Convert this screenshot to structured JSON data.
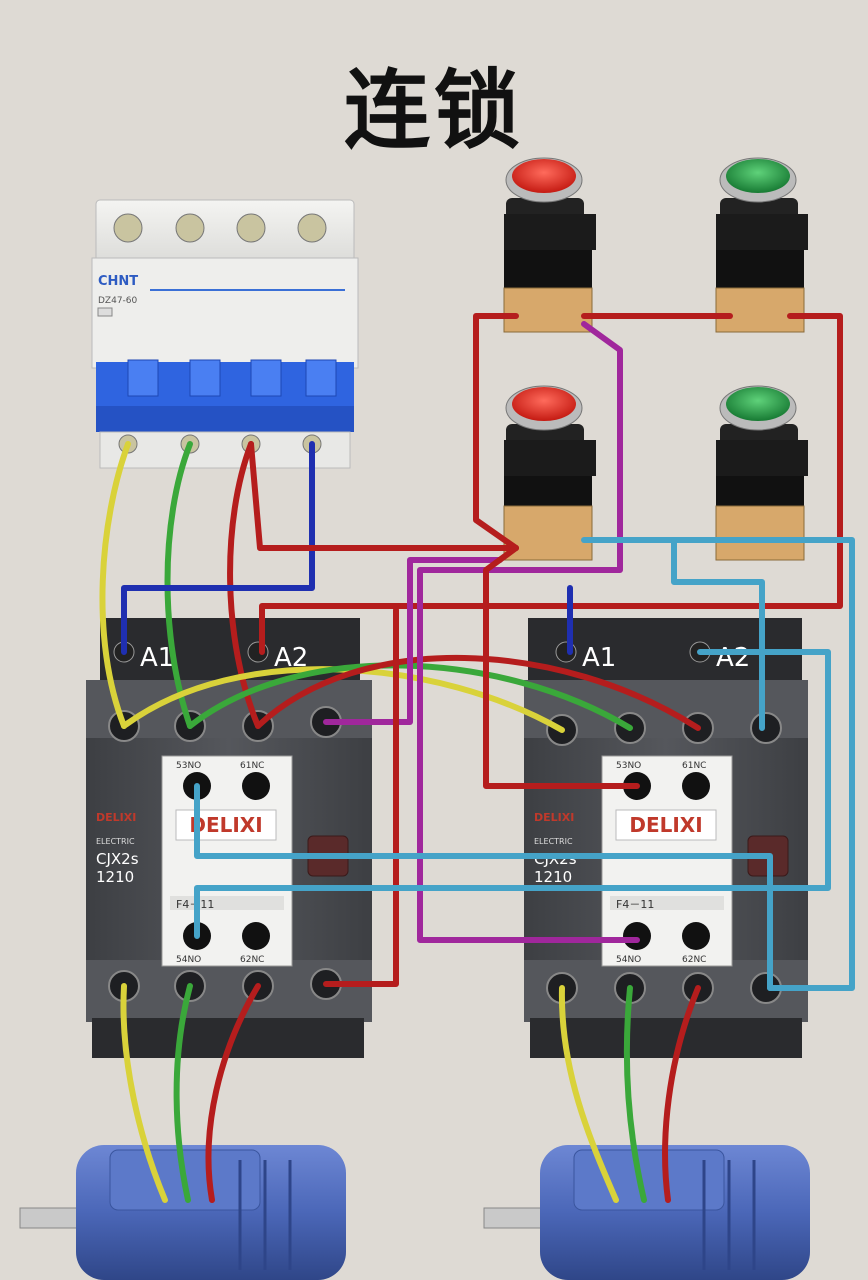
{
  "title": "连锁",
  "breaker": {
    "brand": "CHNT",
    "model": "DZ47-60"
  },
  "contactors": [
    {
      "brand": "DELIXI",
      "brand_side": "DELIXI",
      "electric": "ELECTRIC",
      "series": "CJX2s",
      "rating": "1210",
      "coil_a1": "A1",
      "coil_a2": "A2",
      "aux_top_left": "53NO",
      "aux_top_right": "61NC",
      "aux_module": "F4－11",
      "aux_bottom_left": "54NO",
      "aux_bottom_right": "62NC"
    },
    {
      "brand": "DELIXI",
      "brand_side": "DELIXI",
      "electric": "ELECTRIC",
      "series": "CJX2s",
      "rating": "1210",
      "coil_a1": "A1",
      "coil_a2": "A2",
      "aux_top_left": "53NO",
      "aux_top_right": "61NC",
      "aux_module": "F4－11",
      "aux_bottom_left": "54NO",
      "aux_bottom_right": "62NC"
    }
  ],
  "buttons": [
    {
      "color": "red"
    },
    {
      "color": "green"
    },
    {
      "color": "red"
    },
    {
      "color": "green"
    }
  ],
  "colors": {
    "background": "#dedad4",
    "wire_yellow": "#d9d23a",
    "wire_green": "#3aa83a",
    "wire_red": "#b51d1d",
    "wire_blue": "#1f2fb0",
    "wire_purple": "#a0279c",
    "wire_cyan": "#45a3c8",
    "breaker_blue": "#2f64e0",
    "contactor_body": "#4a4c50",
    "motor_blue": "#4b67b8"
  }
}
